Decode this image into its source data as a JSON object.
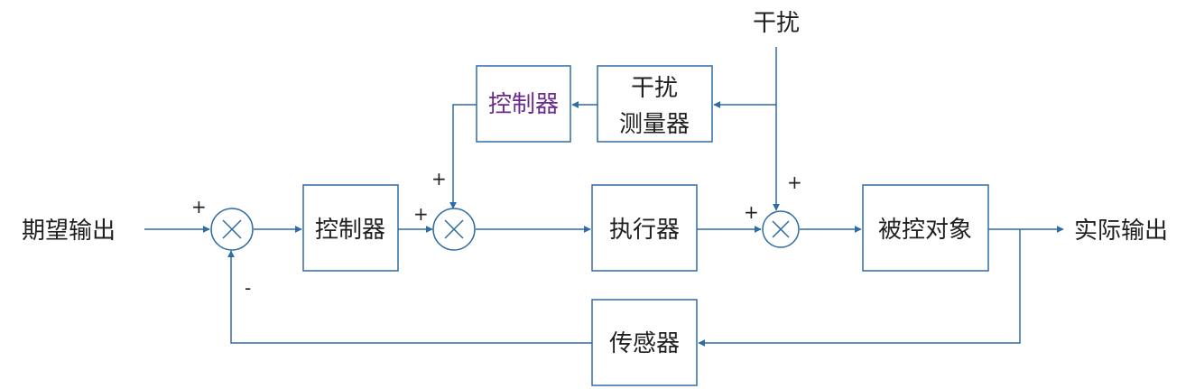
{
  "labels": {
    "desired_output": "期望输出",
    "actual_output": "实际输出",
    "disturbance": "干扰"
  },
  "blocks": {
    "controller_main": "控制器",
    "controller_feedforward": "控制器",
    "disturbance_meter_line1": "干扰",
    "disturbance_meter_line2": "测量器",
    "actuator": "执行器",
    "plant": "被控对象",
    "sensor": "传感器"
  },
  "signs": {
    "sum1_input": "+",
    "sum1_feedback": "-",
    "sum2_main": "+",
    "sum2_feedforward": "+",
    "sum3_main": "+",
    "sum3_disturbance": "+"
  },
  "colors": {
    "line": "#2e6ca4",
    "text": "#1f1f1f",
    "feedforward_controller_text": "#6a2a8c"
  }
}
